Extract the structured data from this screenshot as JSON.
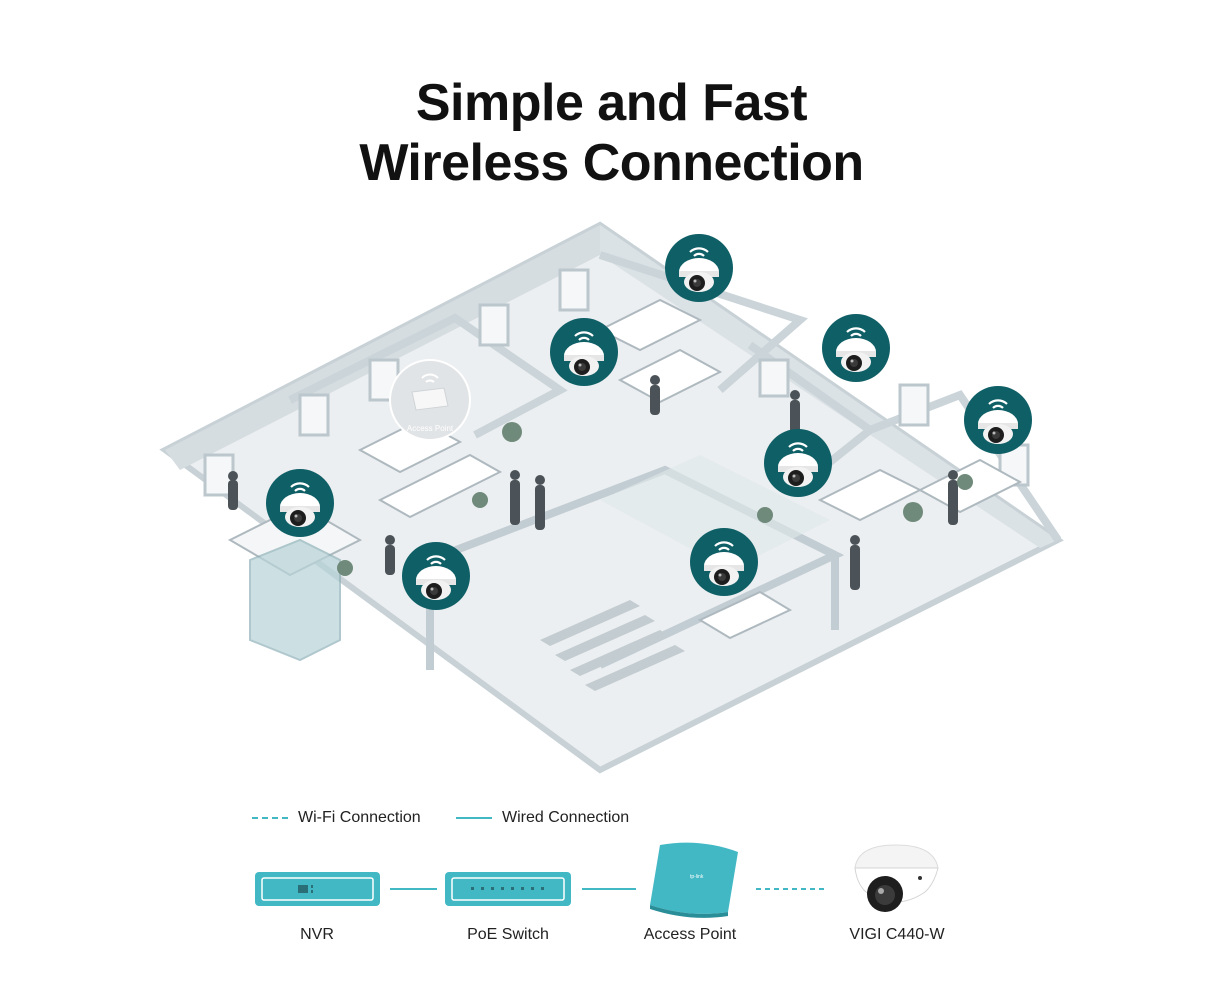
{
  "heading": {
    "line1": "Simple and Fast",
    "line2": "Wireless Connection"
  },
  "scene": {
    "access_point_label": "Access Point",
    "camera_badge_icon": "wifi-dome-camera-icon",
    "ap_badge_icon": "ceiling-access-point-icon",
    "camera_badge_count": 8
  },
  "legend": {
    "wifi": "Wi-Fi Connection",
    "wired": "Wired Connection"
  },
  "devices": {
    "nvr": "NVR",
    "poe_switch": "PoE Switch",
    "access_point": "Access Point",
    "camera": "VIGI C440-W"
  },
  "colors": {
    "accent": "#41b8c4",
    "badge": "#0f5f66",
    "floor": "#e9ecee",
    "wall": "#c9d3d8"
  }
}
